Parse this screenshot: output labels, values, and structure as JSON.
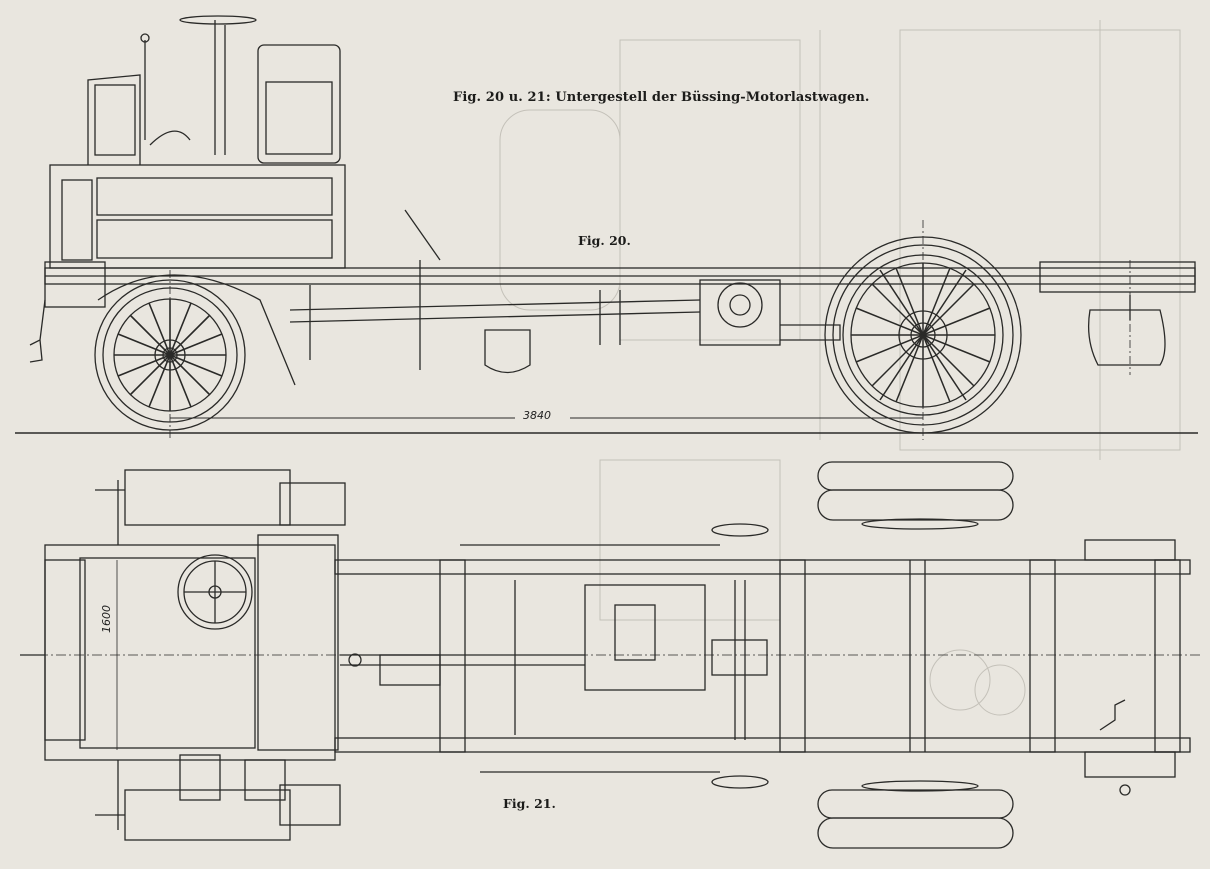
{
  "captions": {
    "main": "Fig. 20 u. 21: Untergestell der Büssing-Motorlastwagen.",
    "fig20": "Fig. 20.",
    "fig21": "Fig. 21."
  },
  "dimensions": {
    "wheelbase": "3840",
    "track": "1600"
  },
  "colors": {
    "paper": "#e9e6df",
    "ink": "#2a2a28",
    "bleed": "#bdbab2"
  }
}
